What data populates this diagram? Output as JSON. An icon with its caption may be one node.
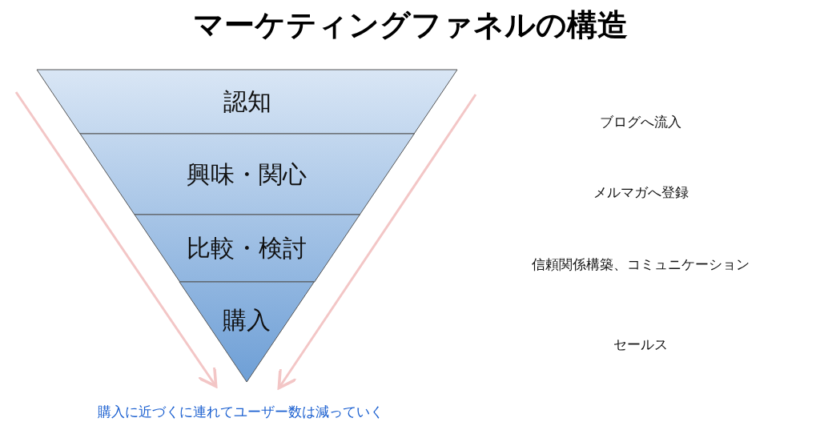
{
  "diagram": {
    "title": "マーケティングファネルの構造",
    "nodes": [
      {
        "text": [
          "認知"
        ]
      },
      {
        "text": [
          "興味・関心"
        ]
      },
      {
        "text": [
          "比較・検討"
        ]
      },
      {
        "text": [
          "購入"
        ]
      }
    ],
    "edges": [],
    "labels": [
      "ブログへ流入",
      "メルマガへ登録",
      "信頼関係構築、コミュニケーション",
      "セールス",
      "購入に近づくに連れてユーザー数は減っていく"
    ]
  }
}
